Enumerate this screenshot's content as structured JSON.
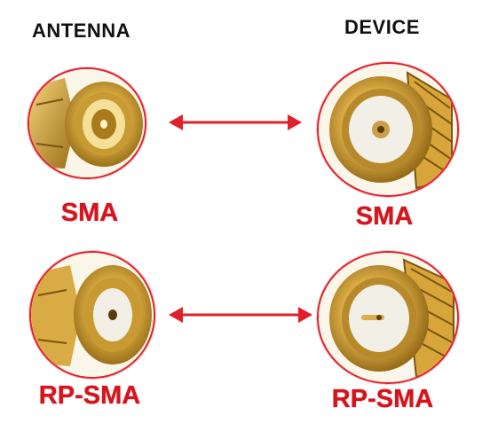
{
  "headers": {
    "antenna": "ANTENNA",
    "device": "DEVICE"
  },
  "rows": [
    {
      "antenna_label": "SMA",
      "device_label": "SMA"
    },
    {
      "antenna_label": "RP-SMA",
      "device_label": "RP-SMA"
    }
  ],
  "colors": {
    "accent": "#d6141e",
    "gold": "#d9a632",
    "circle_border": "#e0202a"
  },
  "icons": [
    "sma-male-plug",
    "sma-female-jack",
    "rp-sma-male-plug",
    "rp-sma-female-jack",
    "double-arrow"
  ]
}
